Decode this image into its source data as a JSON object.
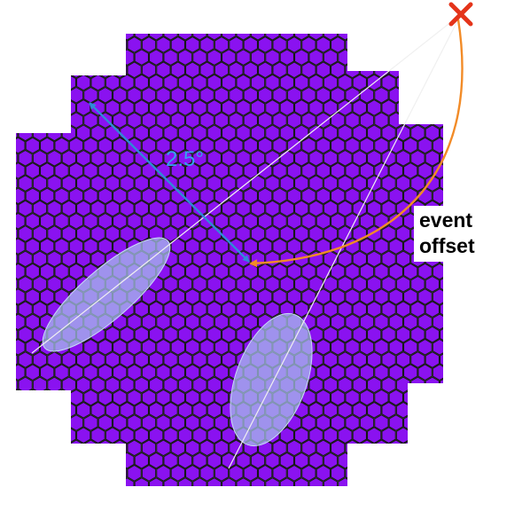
{
  "diagram": {
    "labels": {
      "angle": "2.5°",
      "event_offset_line1": "event",
      "event_offset_line2": "offset"
    },
    "marker_symbol": "cross-mark",
    "colors": {
      "pixel_fill": "#8a12f0",
      "pixel_stroke": "#161616",
      "ellipse_fill": "#a7c3ec",
      "track_line": "#f0f0f0",
      "angle_arrow": "#2f8ad8",
      "angle_label": "#35a2ee",
      "offset_arc": "#f28b27",
      "marker": "#e4341a",
      "label_text": "#000000"
    }
  }
}
